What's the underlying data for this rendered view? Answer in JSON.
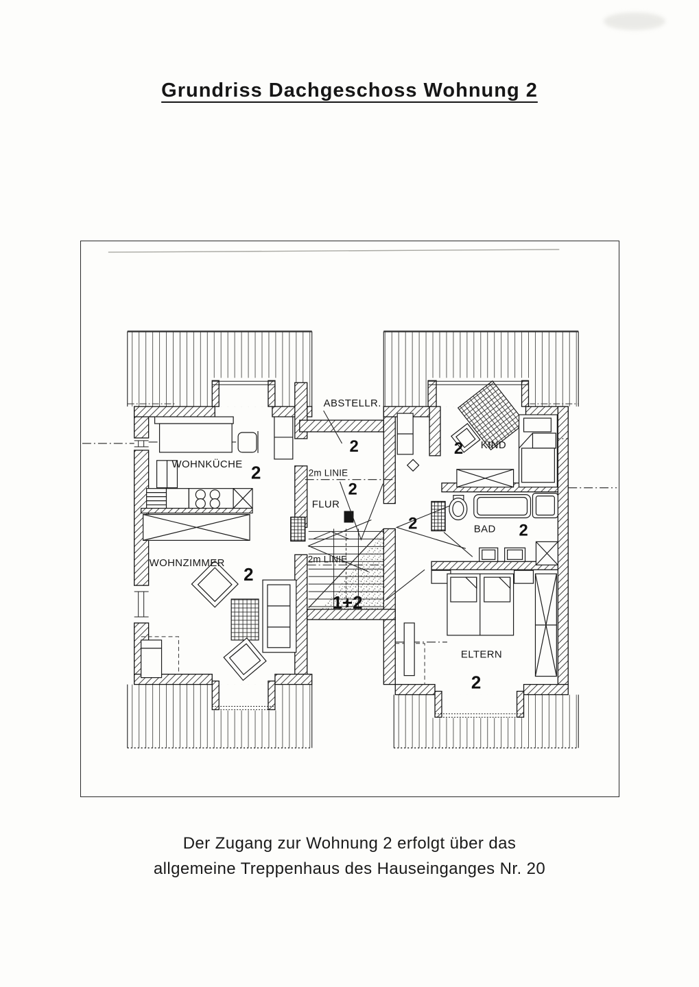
{
  "title": "Grundriss Dachgeschoss Wohnung 2",
  "caption": {
    "line1": "Der Zugang zur Wohnung 2 erfolgt über das",
    "line2": "allgemeine Treppenhaus des Hauseinganges Nr. 20"
  },
  "plan": {
    "rooms": {
      "wohnkueche": {
        "label": "WOHNKÜCHE",
        "number": "2"
      },
      "wohnzimmer": {
        "label": "WOHNZIMMER",
        "number": "2"
      },
      "abstellraum": {
        "label": "ABSTELLR.",
        "number": "2"
      },
      "flur": {
        "label": "FLUR",
        "number": "2"
      },
      "hallway": {
        "number": "2"
      },
      "kind": {
        "label": "KIND",
        "number": "2"
      },
      "bad": {
        "label": "BAD",
        "number": "2"
      },
      "eltern": {
        "label": "ELTERN",
        "number": "2"
      }
    },
    "annotations": {
      "two_meter_line_upper": "2m LINIE",
      "two_meter_line_lower": "2m LINIE",
      "staircase_units": "1+2"
    },
    "colors": {
      "ink": "#1c1c1c",
      "paper": "#fdfdfb"
    }
  }
}
